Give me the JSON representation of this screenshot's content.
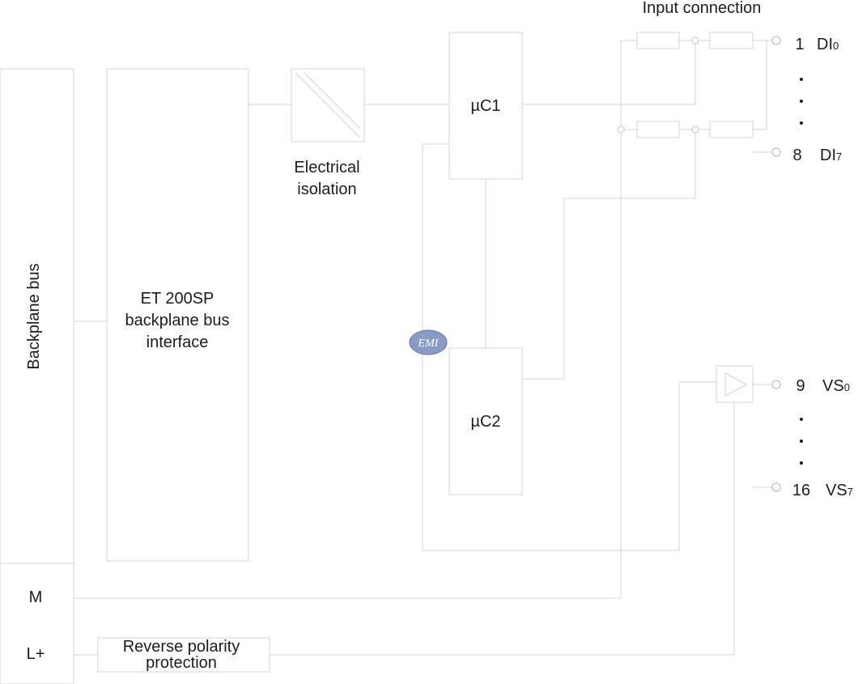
{
  "labels": {
    "input_connection": "Input connection",
    "backplane_bus": "Backplane bus",
    "et200sp_line1": "ET 200SP",
    "et200sp_line2": "backplane bus",
    "et200sp_line3": "interface",
    "isolation_line1": "Electrical",
    "isolation_line2": "isolation",
    "uc1": "µC1",
    "uc2": "µC2",
    "m": "M",
    "lplus": "L+",
    "reverse_line1": "Reverse polarity",
    "reverse_line2": "protection",
    "watermark": "EMI"
  },
  "terminals": {
    "t1": {
      "number": "1",
      "name": "DI",
      "sub": "0"
    },
    "t8": {
      "number": "8",
      "name": "DI",
      "sub": "7"
    },
    "t9": {
      "number": "9",
      "name": "VS",
      "sub": "0"
    },
    "t16": {
      "number": "16",
      "name": "VS",
      "sub": "7"
    }
  },
  "colors": {
    "lines": "#d4d4d4",
    "text": "#1c1c1c",
    "watermark_badge": "#8a9cc6"
  }
}
